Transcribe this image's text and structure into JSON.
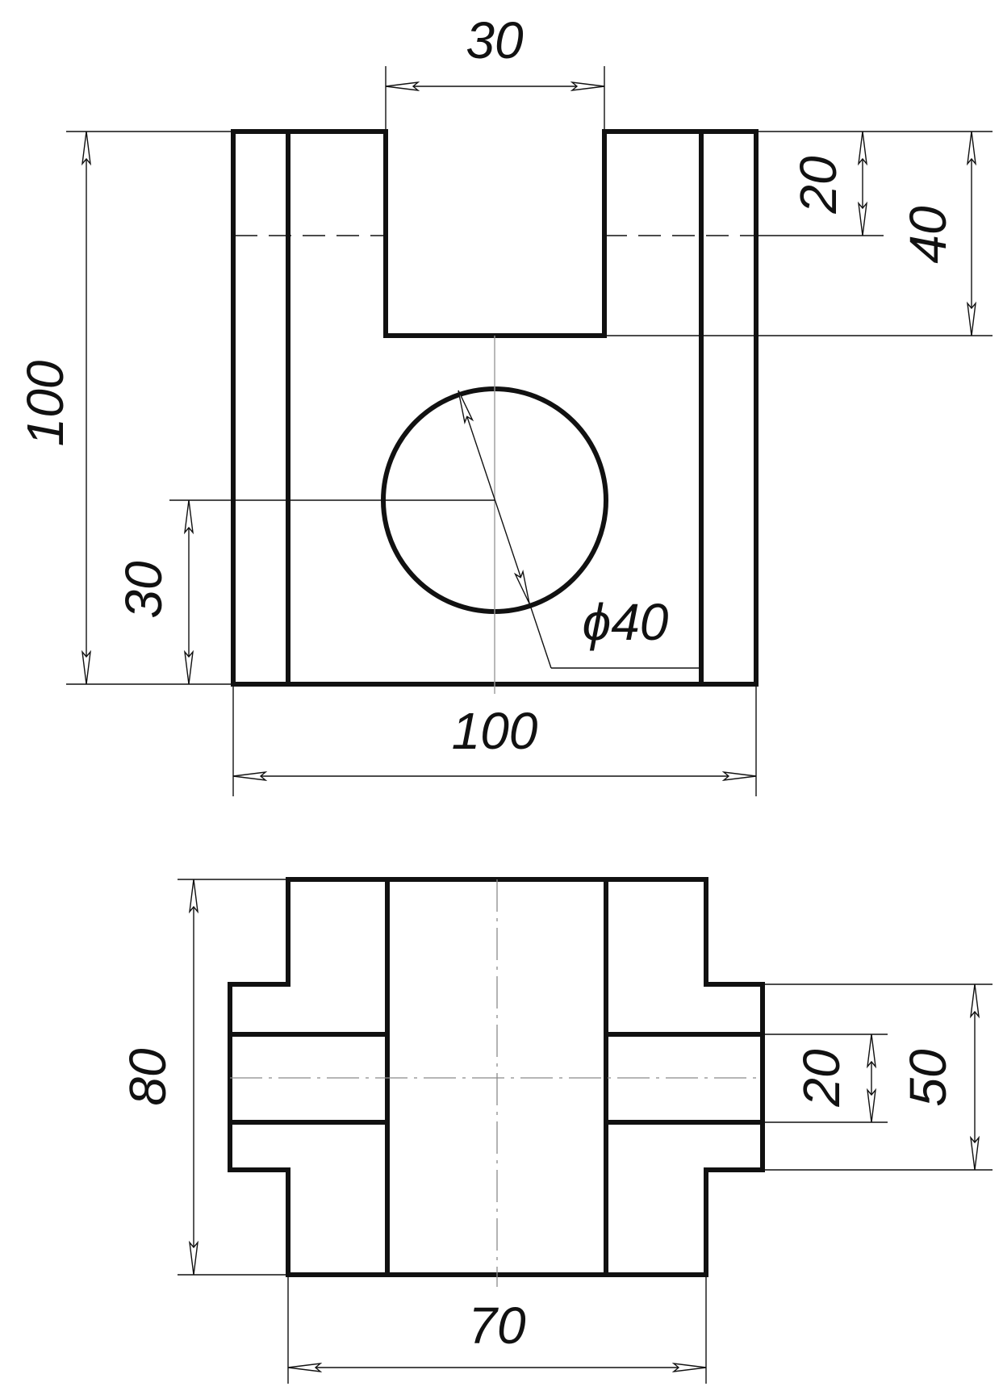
{
  "front_view": {
    "dim_slot_width": "30",
    "dim_slot_depth": "20",
    "dim_slot_total_depth": "40",
    "dim_height": "100",
    "dim_hole_center_height": "30",
    "dim_hole_diameter": "ϕ40",
    "dim_width": "100"
  },
  "top_view": {
    "dim_depth": "80",
    "dim_inner_slot": "20",
    "dim_boss_width": "50",
    "dim_length": "70"
  }
}
